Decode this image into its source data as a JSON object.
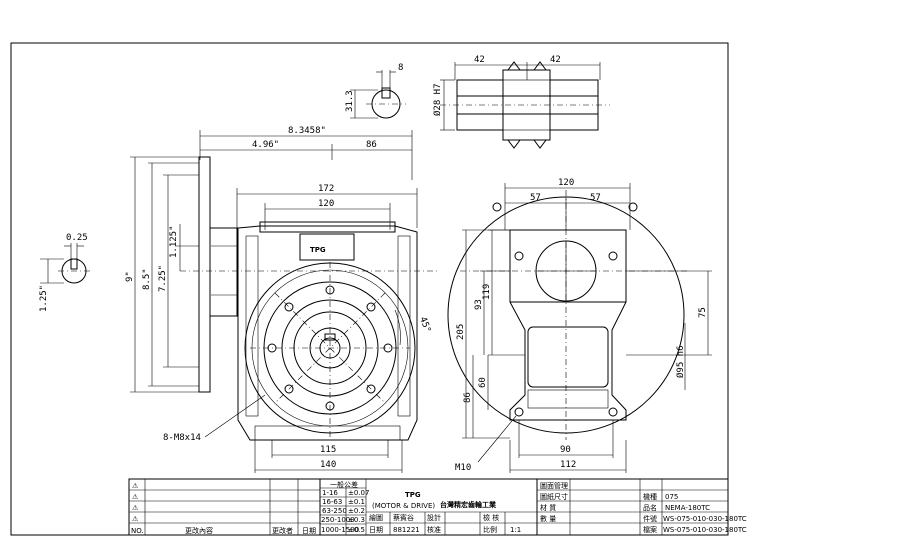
{
  "dimensions": {
    "key_width": "8",
    "key_depth": "31.3",
    "bore": "Ø28 H7",
    "shaft_len_left": "42",
    "shaft_len_right": "42",
    "overall_length": "8.3458\"",
    "len_a": "4.96\"",
    "len_b": "86",
    "width_172": "172",
    "width_120": "120",
    "input_key_width": "0.25",
    "input_key_depth": "1.25\"",
    "height_9": "9\"",
    "height_8_5": "8.5\"",
    "height_7_25": "7.25\"",
    "height_1_125": "1.125\"",
    "angle": "45°",
    "bolt_callout": "8-M8x14",
    "span_115": "115",
    "span_140": "140",
    "right_120": "120",
    "right_57a": "57",
    "right_57b": "57",
    "h_119": "119",
    "h_93": "93",
    "h_205": "205",
    "h_75": "75",
    "h_60": "60",
    "h_86": "86",
    "flange_dia": "Ø95 h6",
    "span_90": "90",
    "span_112": "112",
    "thread": "M10"
  },
  "title_block": {
    "company_name": "台灣精宏齒輪工業",
    "logo_text": "TPG",
    "logo_sub": "(MOTOR & DRIVE)",
    "tolerance_header": "一般公差",
    "tolerances": [
      {
        "range": "1-16",
        "value": "±0.07"
      },
      {
        "range": "16-63",
        "value": "±0.1"
      },
      {
        "range": "63-250",
        "value": "±0.2"
      },
      {
        "range": "250-1000",
        "value": "±0.3"
      },
      {
        "range": "1000-1500",
        "value": "±0.5"
      }
    ],
    "rev_header_no": "NO.",
    "rev_header_content": "更改內容",
    "rev_header_person": "更改者",
    "rev_header_date": "日期",
    "drawn_label": "繪圖",
    "drawn_value": "蔡賓谷",
    "design_label": "設計",
    "approve_label": "核准",
    "date_label": "日期",
    "date_value": "881221",
    "check_label": "檢 核",
    "scale_label": "比例",
    "scale_value": "1:1",
    "mgmt_label": "圖面管理",
    "size_label": "圖紙尺寸",
    "material_label": "材 質",
    "qty_label": "數 量",
    "model_label": "機種",
    "model_value": "075",
    "name_label": "品名",
    "name_value": "NEMA-180TC",
    "part_label": "件號",
    "part_value": "WS-075-010-030-180TC",
    "file_label": "檔案",
    "file_value": "WS-075-010-030-180TC"
  }
}
